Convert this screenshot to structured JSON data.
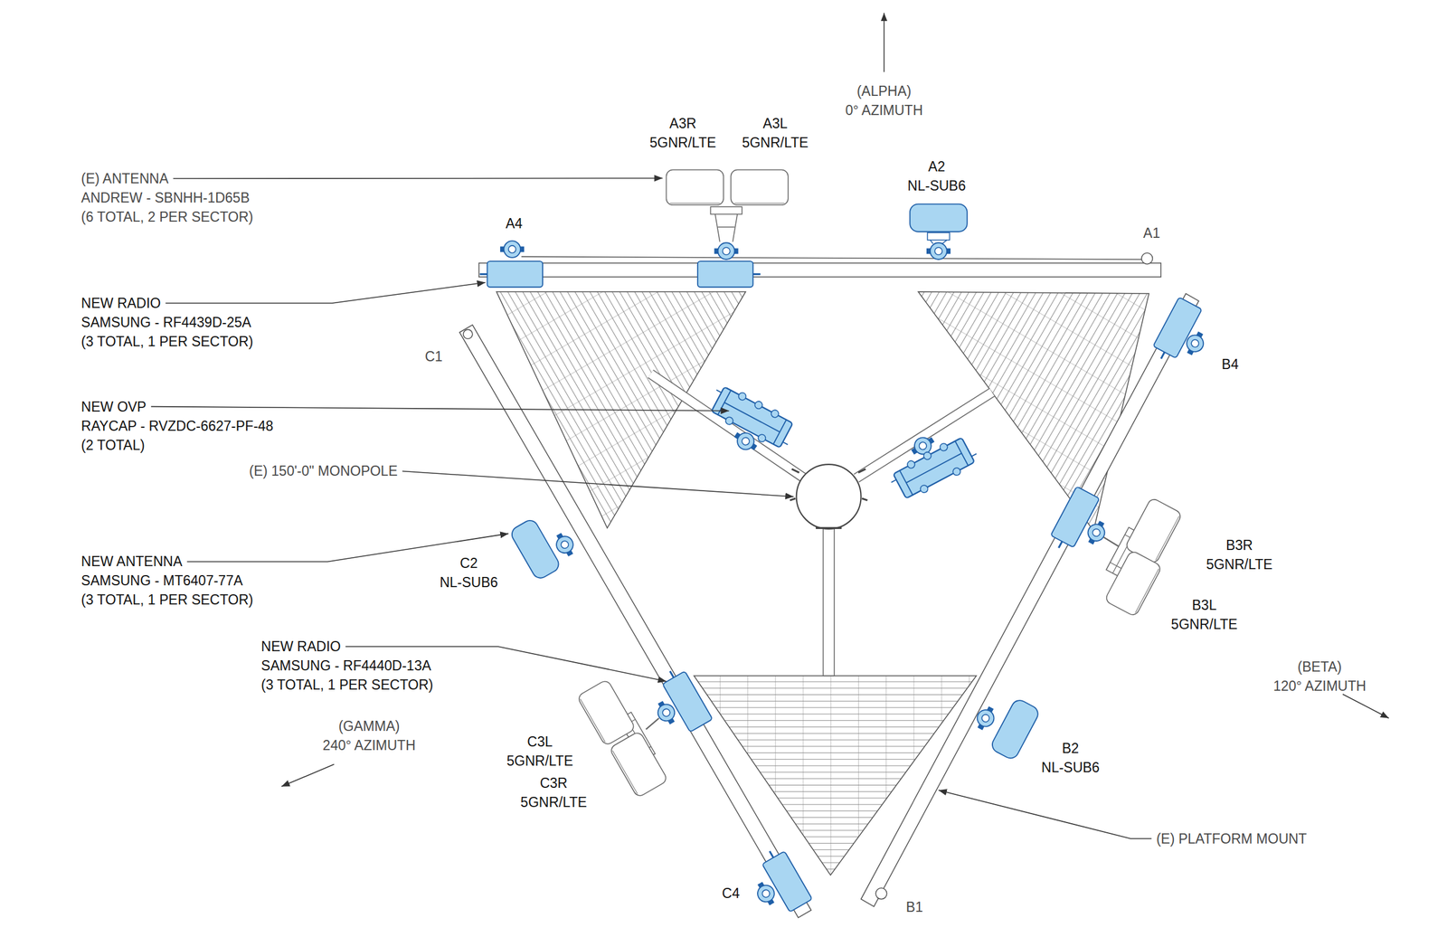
{
  "diagram": {
    "labels": [
      "(ALPHA) 0° AZIMUTH",
      "A3R 5GNR/LTE",
      "A3L 5GNR/LTE",
      "(E) ANTENNA ANDREW - SBNHH-1D65B (6 TOTAL, 2 PER SECTOR)",
      "A2 NL-SUB6",
      "A4",
      "A1",
      "NEW RADIO SAMSUNG - RF4439D-25A (3 TOTAL, 1 PER SECTOR)",
      "C1",
      "B4",
      "NEW OVP RAYCAP - RVZDC-6627-PF-48 (2 TOTAL)",
      "(E) 150'-0\" MONOPOLE",
      "NEW ANTENNA SAMSUNG - MT6407-77A (3 TOTAL, 1 PER SECTOR)",
      "C2 NL-SUB6",
      "B3R 5GNR/LTE",
      "B3L 5GNR/LTE",
      "NEW RADIO SAMSUNG - RF4440D-13A (3 TOTAL, 1 PER SECTOR)",
      "(BETA) 120° AZIMUTH",
      "(GAMMA) 240° AZIMUTH",
      "C3L 5GNR/LTE",
      "B2 NL-SUB6",
      "C3R 5GNR/LTE",
      "(E) PLATFORM MOUNT",
      "C4",
      "B1"
    ]
  }
}
